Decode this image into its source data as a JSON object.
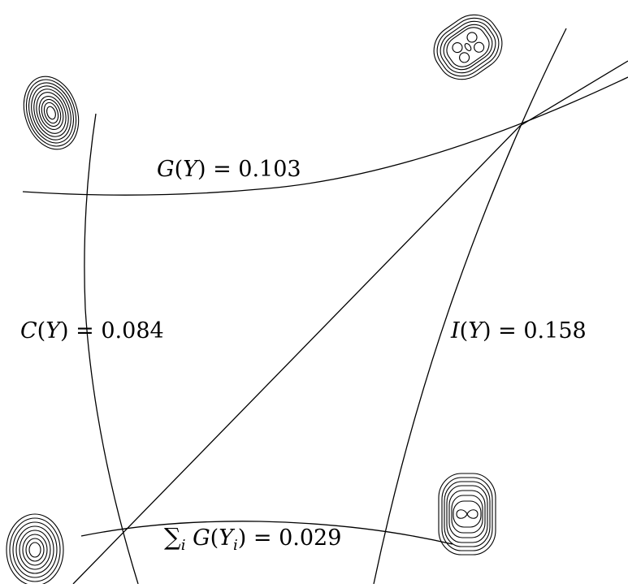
{
  "diagram": {
    "labels": {
      "g_label": {
        "func": "G",
        "arg": "Y",
        "value": "0.103"
      },
      "c_label": {
        "func": "C",
        "arg": "Y",
        "value": "0.084"
      },
      "i_label": {
        "func": "I",
        "arg": "Y",
        "value": "0.158"
      },
      "sum_label": {
        "symbol": "∑",
        "index": "i",
        "func": "G",
        "arg": "Y",
        "arg_index": "i",
        "value": "0.029"
      }
    },
    "corner_glyphs": [
      "single-ellipse-contour-tilted",
      "four-blob-contour",
      "single-ellipse-contour",
      "two-lobe-contour"
    ]
  }
}
